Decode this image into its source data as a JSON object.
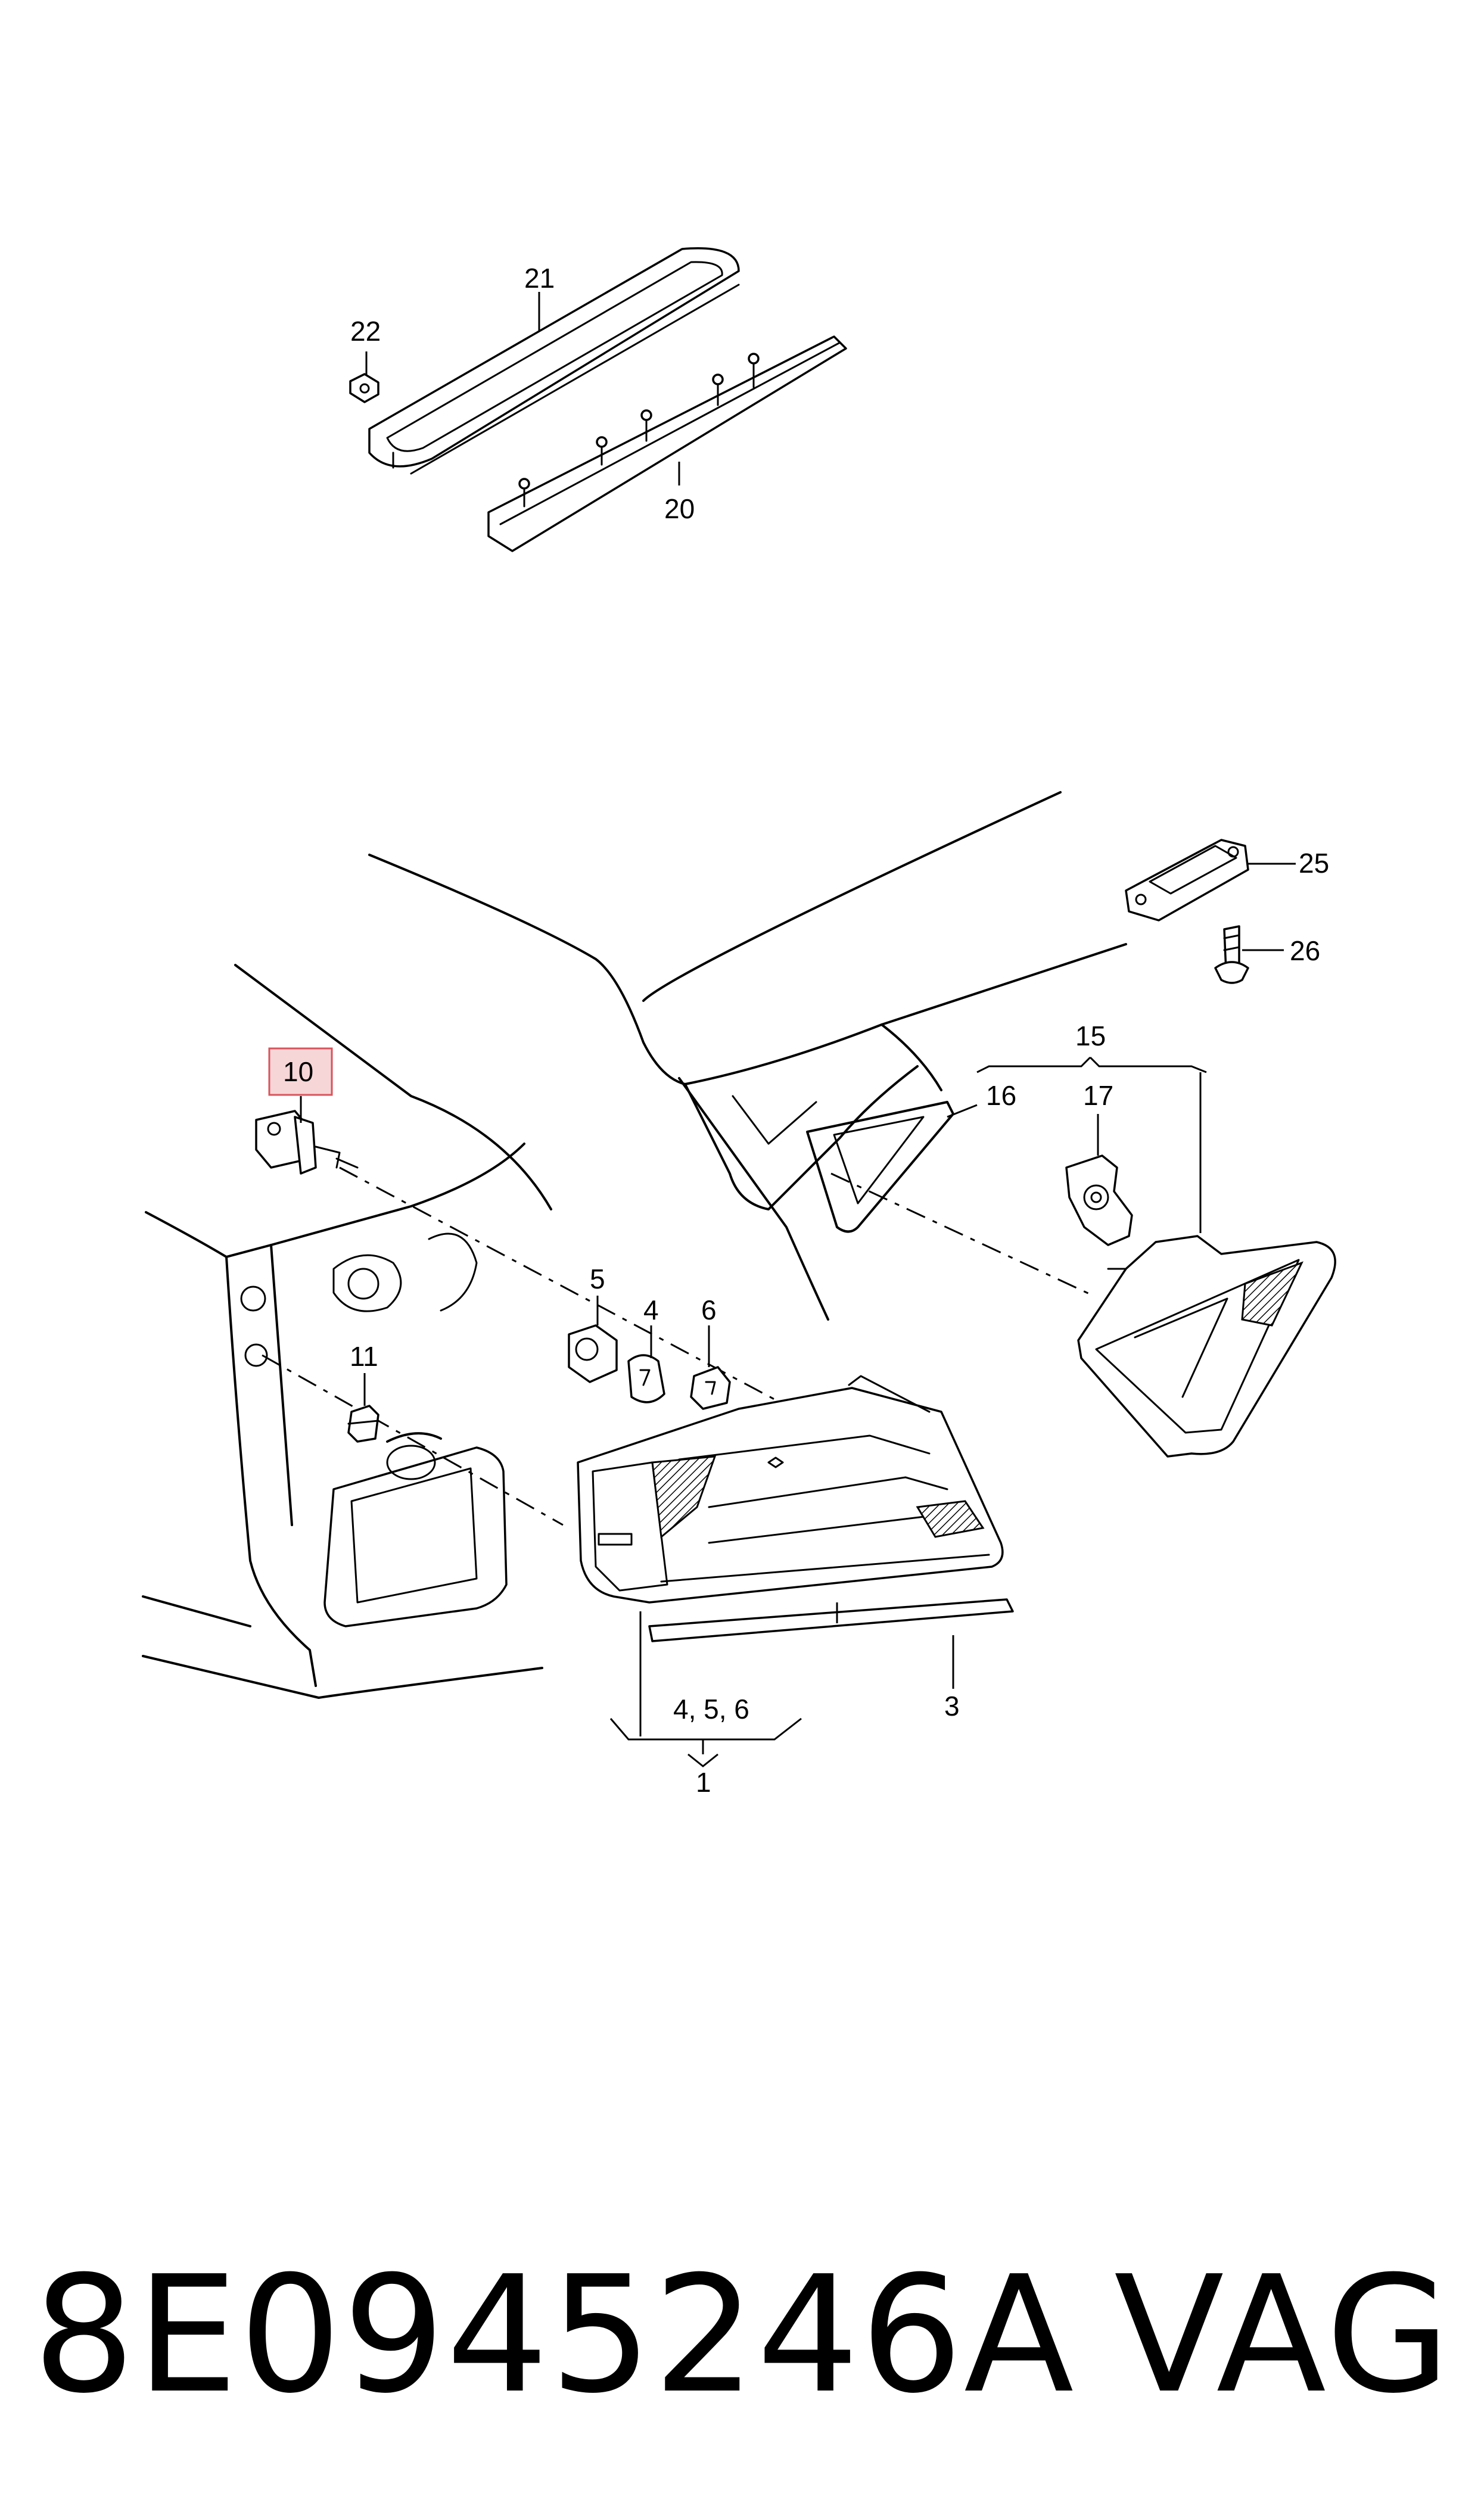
{
  "callouts": {
    "c1": "1",
    "c3": "3",
    "c4": "4",
    "c456": "4, 5, 6",
    "c5": "5",
    "c6": "6",
    "c10": "10",
    "c11": "11",
    "c15": "15",
    "c16": "16",
    "c17": "17",
    "c20": "20",
    "c21": "21",
    "c22": "22",
    "c25": "25",
    "c26": "26"
  },
  "highlight_color": "#f7d6d8",
  "highlight_border": "#d9535b",
  "footer": {
    "part_number": "8E0945246A",
    "brand": "VAG"
  }
}
